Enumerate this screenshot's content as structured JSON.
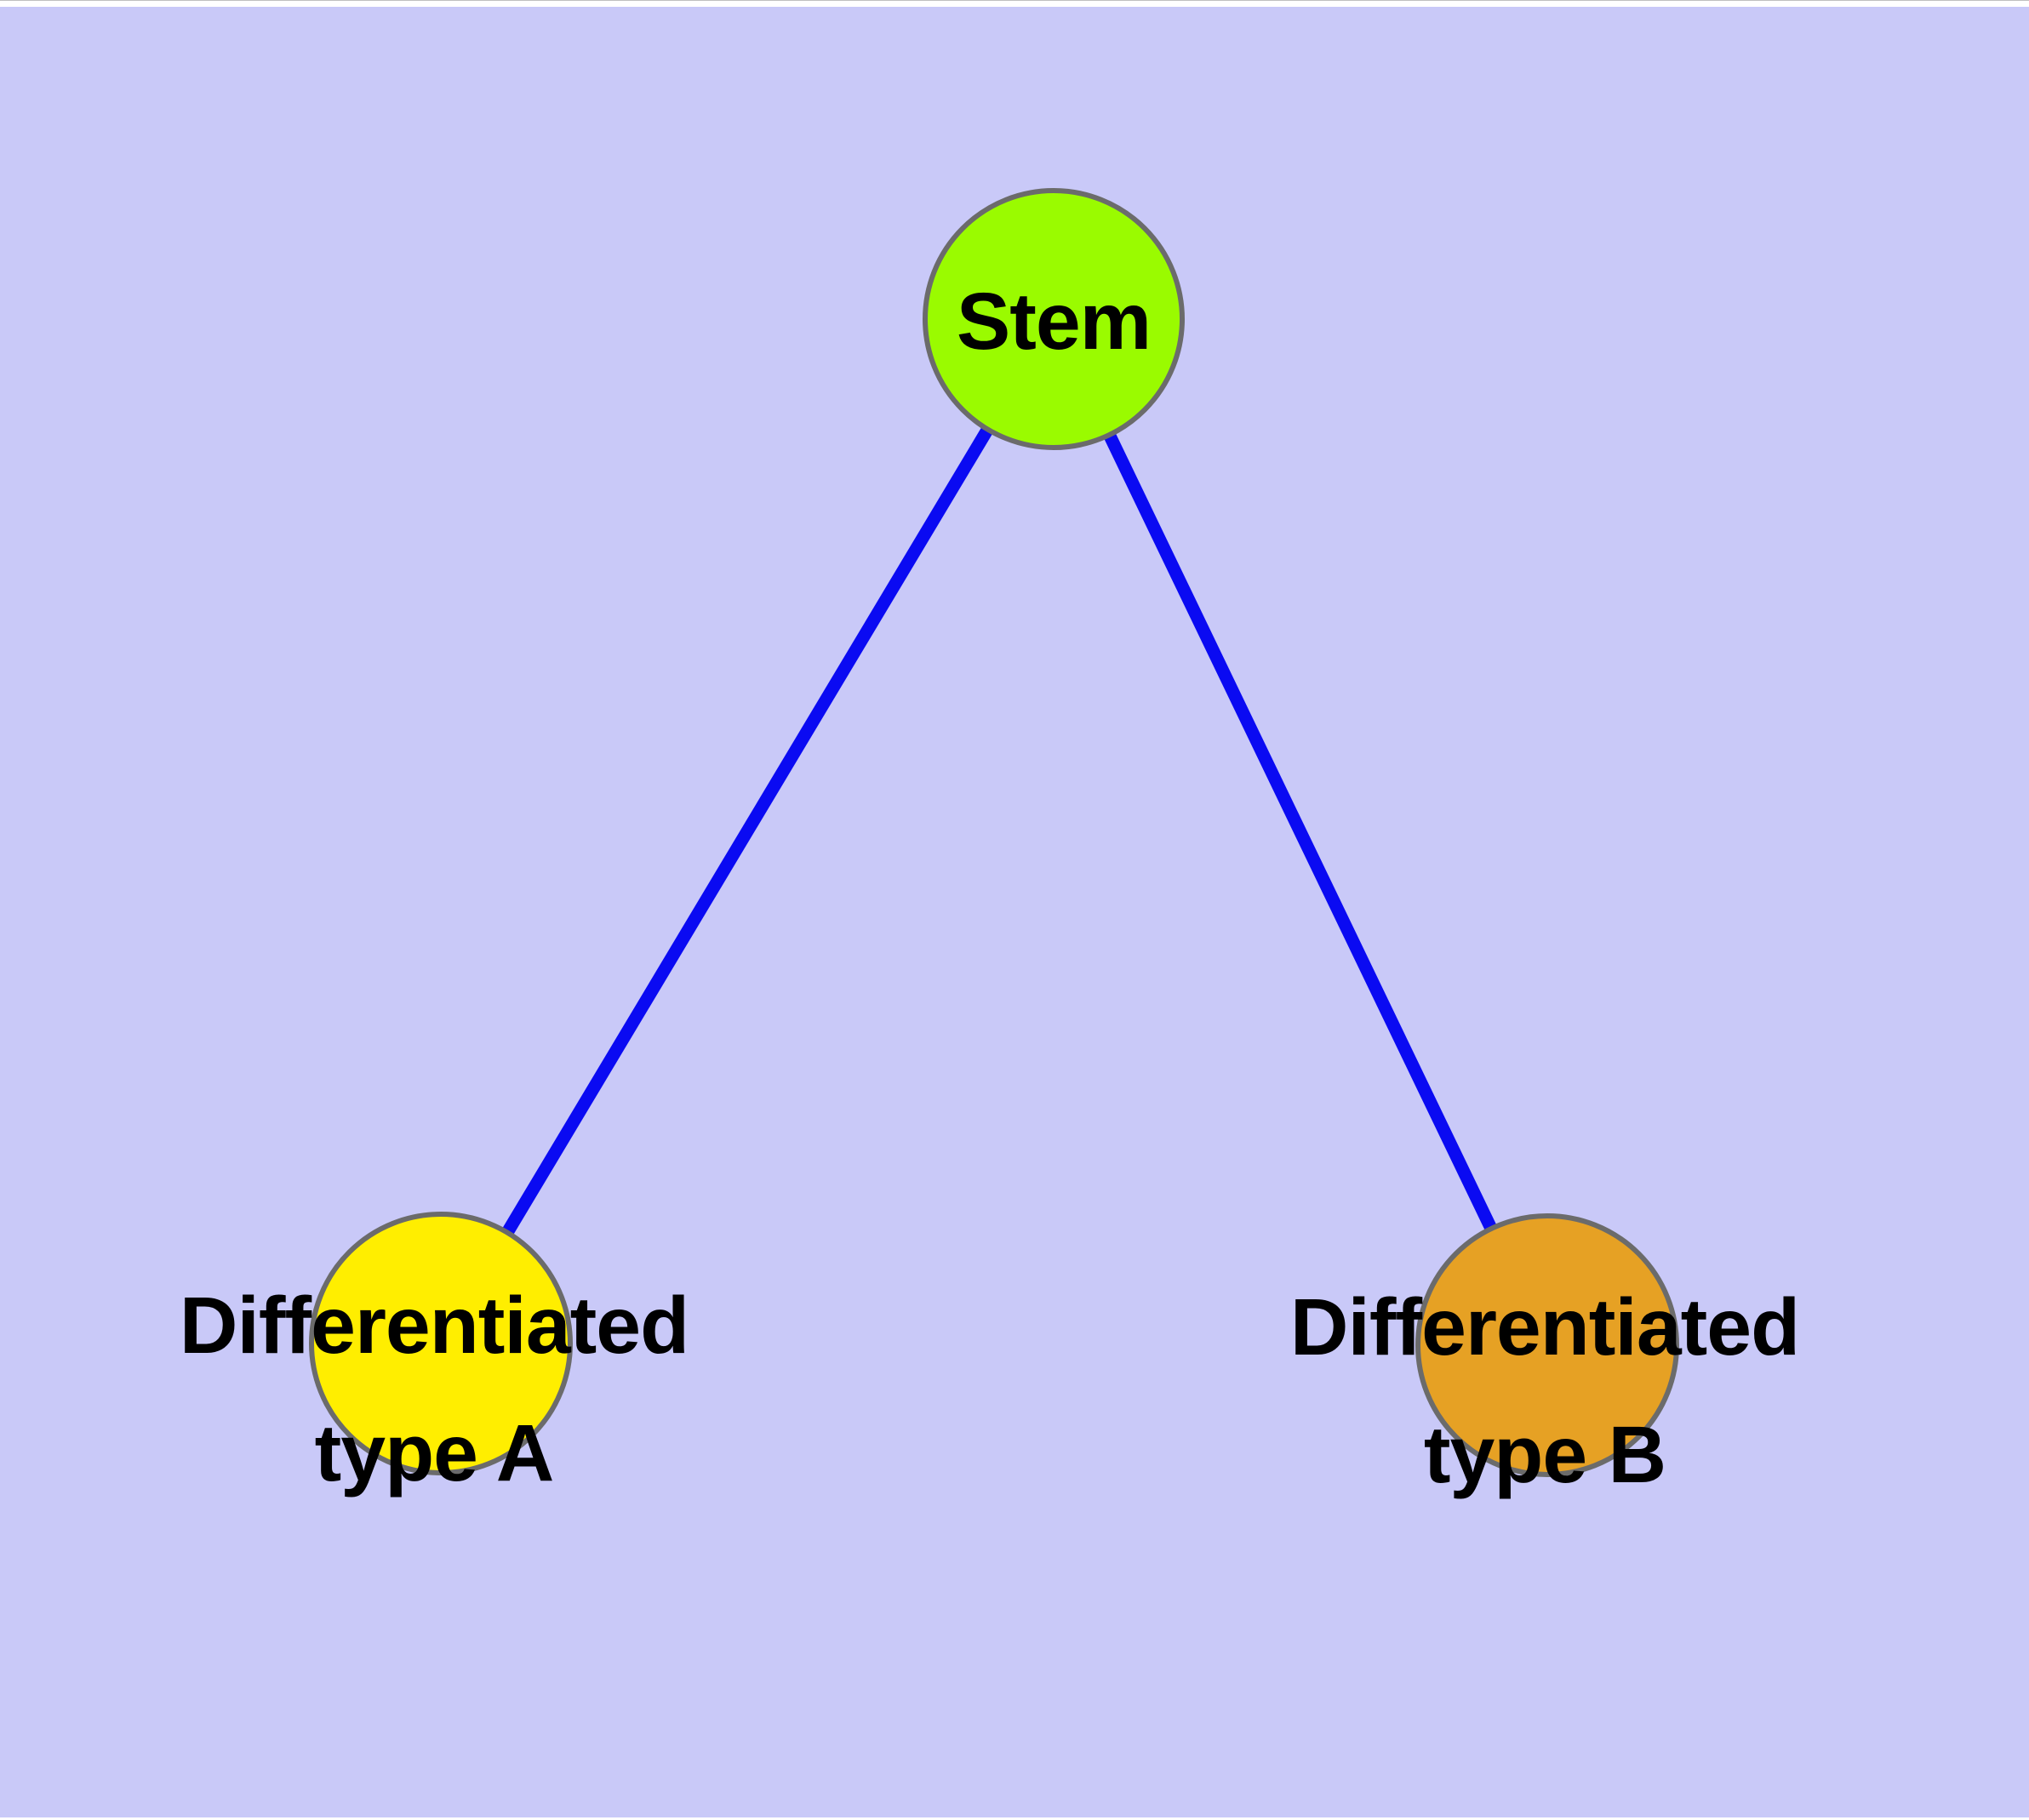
{
  "canvas": {
    "background_color": "#c9c9f8",
    "frame_color": "#ffffff"
  },
  "edges": {
    "color": "#0a0af2",
    "connections": [
      {
        "from": "stem",
        "to": "differentiated-type-a"
      },
      {
        "from": "stem",
        "to": "differentiated-type-b"
      }
    ]
  },
  "nodes": {
    "stem": {
      "label": "Stem",
      "fill": "#9afb00",
      "border_color": "#6b6b6b"
    },
    "type_a": {
      "label_line1": "Differentiated",
      "label_line2": "type A",
      "fill": "#ffee00",
      "border_color": "#6b6b6b"
    },
    "type_b": {
      "label_line1": "Differentiated",
      "label_line2": "type B",
      "fill": "#e6a124",
      "border_color": "#6b6b6b"
    }
  }
}
